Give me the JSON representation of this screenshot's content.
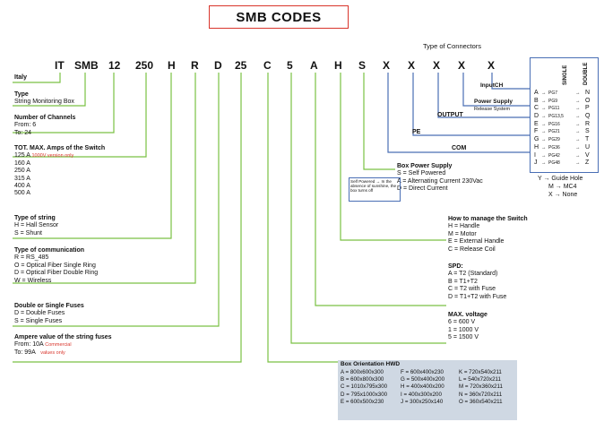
{
  "title": "SMB CODES",
  "type_of_connectors": "Type of Connectors",
  "code_sequence": [
    "IT",
    "SMB",
    "12",
    "250",
    "H",
    "R",
    "D",
    "25",
    "C",
    "5",
    "A",
    "H",
    "S",
    "X",
    "X",
    "X",
    "X",
    "X"
  ],
  "left": {
    "italy": "Italy",
    "type": {
      "head": "Type",
      "lines": [
        "String Monitoring Box"
      ]
    },
    "channels": {
      "head": "Number of Channels",
      "lines": [
        "From: 6",
        "To: 24"
      ]
    },
    "amps": {
      "head": "TOT. MAX. Amps of the Switch",
      "first": "125 A",
      "first_note": "1000V version only",
      "lines": [
        "160 A",
        "250 A",
        "315 A",
        "400 A",
        "500 A"
      ]
    },
    "string": {
      "head": "Type of string",
      "lines": [
        "H = Hall Sensor",
        "S = Shunt"
      ]
    },
    "comm": {
      "head": "Type of communication",
      "lines": [
        "R = RS_485",
        "O = Optical Fiber Single Ring",
        "D = Optical Fiber Double Ring",
        "W = Wireless"
      ]
    },
    "fuses": {
      "head": "Double or Single Fuses",
      "lines": [
        "D = Double Fuses",
        "S = Single Fuses"
      ]
    },
    "ampere": {
      "head": "Ampere value of the string fuses",
      "from": "From: 10A",
      "from_note": "Commercial",
      "to": "To: 99A",
      "to_note": "values only"
    }
  },
  "right": {
    "inputch": "InputCH",
    "power_supply": "Power Supply",
    "release_system": "Release System",
    "output": "OUTPUT",
    "pe": "PE",
    "com": "COM",
    "box_power": {
      "head": "Box Power Supply",
      "lines": [
        "S = Self Powered",
        "A = Alternating Current 230Vac",
        "D = Direct Current"
      ]
    },
    "note": "Self Powered → In the absence of sunshine, the box turns off",
    "manage": {
      "head": "How to manage the Switch",
      "lines": [
        "H = Handle",
        "M = Motor",
        "E = External Handle",
        "C = Release Coil"
      ]
    },
    "spd": {
      "head": "SPD:",
      "lines": [
        "A = T2 (Standard)",
        "B = T1+T2",
        "C = T2 with Fuse",
        "D = T1+T2 with Fuse"
      ]
    },
    "maxv": {
      "head": "MAX. voltage",
      "lines": [
        "6 = 600 V",
        "1 = 1000 V",
        "5 = 1500 V"
      ]
    },
    "orientation": {
      "head": "Box Orientation HWD",
      "col1": [
        "A = 800x600x300",
        "B = 600x800x300",
        "C = 1010x795x300",
        "D = 795x1000x300",
        "E = 600x500x230"
      ],
      "col2": [
        "F = 600x400x230",
        "G = 500x400x200",
        "H = 400x400x200",
        "I = 400x300x200",
        "J = 300x250x140"
      ],
      "col3": [
        "K = 720x540x211",
        "L = 540x720x211",
        "M = 720x360x211",
        "N = 360x720x211",
        "O = 360x540x211"
      ]
    }
  },
  "connectors": {
    "single": "SINGLE",
    "double": "DOUBLE",
    "rows": [
      {
        "s": "A",
        "pg": "PG7",
        "d": "N"
      },
      {
        "s": "B",
        "pg": "PG9",
        "d": "O"
      },
      {
        "s": "C",
        "pg": "PG11",
        "d": "P"
      },
      {
        "s": "D",
        "pg": "PG13,5",
        "d": "Q"
      },
      {
        "s": "E",
        "pg": "PG16",
        "d": "R"
      },
      {
        "s": "F",
        "pg": "PG21",
        "d": "S"
      },
      {
        "s": "G",
        "pg": "PG29",
        "d": "T"
      },
      {
        "s": "H",
        "pg": "PG36",
        "d": "U"
      },
      {
        "s": "I",
        "pg": "PG42",
        "d": "V"
      },
      {
        "s": "J",
        "pg": "PG48",
        "d": "Z"
      }
    ],
    "extras": [
      "Y → Guide Hole",
      "M → MC4",
      "X → None"
    ]
  },
  "colors": {
    "title_border": "#d9342b",
    "green_line": "#7ac143",
    "blue_line": "#4a6fb5",
    "bar": "#cfd8e3",
    "note_red": "#d9342b"
  }
}
